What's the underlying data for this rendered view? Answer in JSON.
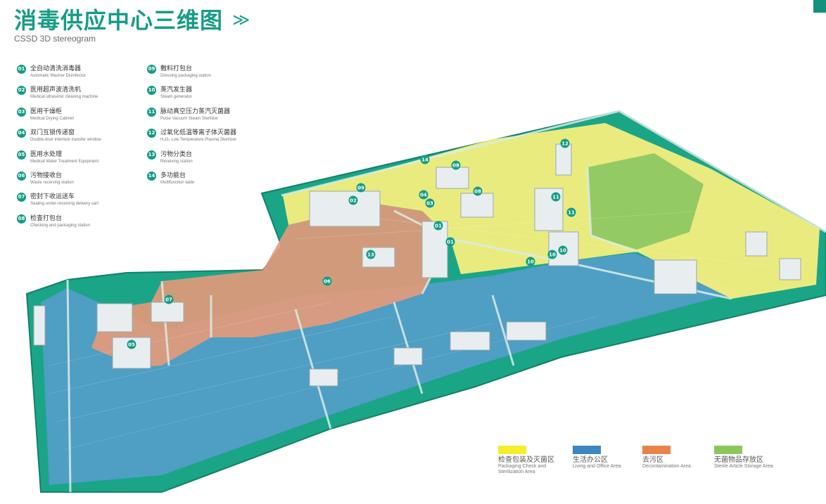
{
  "header": {
    "title": "消毒供应中心三维图",
    "arrow": "≫",
    "subtitle": "CSSD 3D stereogram"
  },
  "equipment": [
    {
      "num": "01",
      "zh": "全自动清洗消毒器",
      "en": "Automatic Washer Disinfector"
    },
    {
      "num": "02",
      "zh": "医用超声波清洗机",
      "en": "Medical ultrasonic cleaning machine"
    },
    {
      "num": "03",
      "zh": "医用干燥柜",
      "en": "Medical Drying Cabinet"
    },
    {
      "num": "04",
      "zh": "双门互锁传递窗",
      "en": "Double-door interlock transfer window"
    },
    {
      "num": "05",
      "zh": "医用水处理",
      "en": "Medical Water Treatment Equipment"
    },
    {
      "num": "06",
      "zh": "污物接收台",
      "en": "Waste receiving station"
    },
    {
      "num": "07",
      "zh": "密封下收运送车",
      "en": "Sealing under-receiving delivery cart"
    },
    {
      "num": "08",
      "zh": "检查打包台",
      "en": "Checking and packaging station"
    },
    {
      "num": "09",
      "zh": "敷料打包台",
      "en": "Dressing packaging station"
    },
    {
      "num": "10",
      "zh": "蒸汽发生器",
      "en": "Steam generator"
    },
    {
      "num": "11",
      "zh": "脉动真空压力蒸汽灭菌器",
      "en": "Pulse Vacuum Steam Sterilizer"
    },
    {
      "num": "12",
      "zh": "过氧化低温等离子体灭菌器",
      "en": "H₂O₂ Low Temperature Plasma Sterilizer"
    },
    {
      "num": "13",
      "zh": "污物分类台",
      "en": "Receiving station"
    },
    {
      "num": "14",
      "zh": "多功能台",
      "en": "Multifunction table"
    }
  ],
  "legend": [
    {
      "zh": "检查包装及灭菌区",
      "en": "Packaging Check and Sterilization Area",
      "color": "#f7ee2a"
    },
    {
      "zh": "生活办公区",
      "en": "Living and Office Area",
      "color": "#3d87c0"
    },
    {
      "zh": "去污区",
      "en": "Decontamination Area",
      "color": "#e8844a"
    },
    {
      "zh": "无菌物品存放区",
      "en": "Sterile Article Storage Area",
      "color": "#8cc75c"
    }
  ],
  "map_markers": [
    "01",
    "01",
    "02",
    "03",
    "04",
    "05",
    "06",
    "07",
    "08",
    "08",
    "09",
    "10",
    "10",
    "10",
    "11",
    "11",
    "12",
    "13",
    "14"
  ],
  "colors": {
    "accent": "#159c86",
    "floor_base": "#1aa587",
    "packaging_zone": "#f7ee2a",
    "office_zone": "#3d87c0",
    "decontamination_zone": "#e8844a",
    "sterile_zone": "#8cc75c"
  }
}
